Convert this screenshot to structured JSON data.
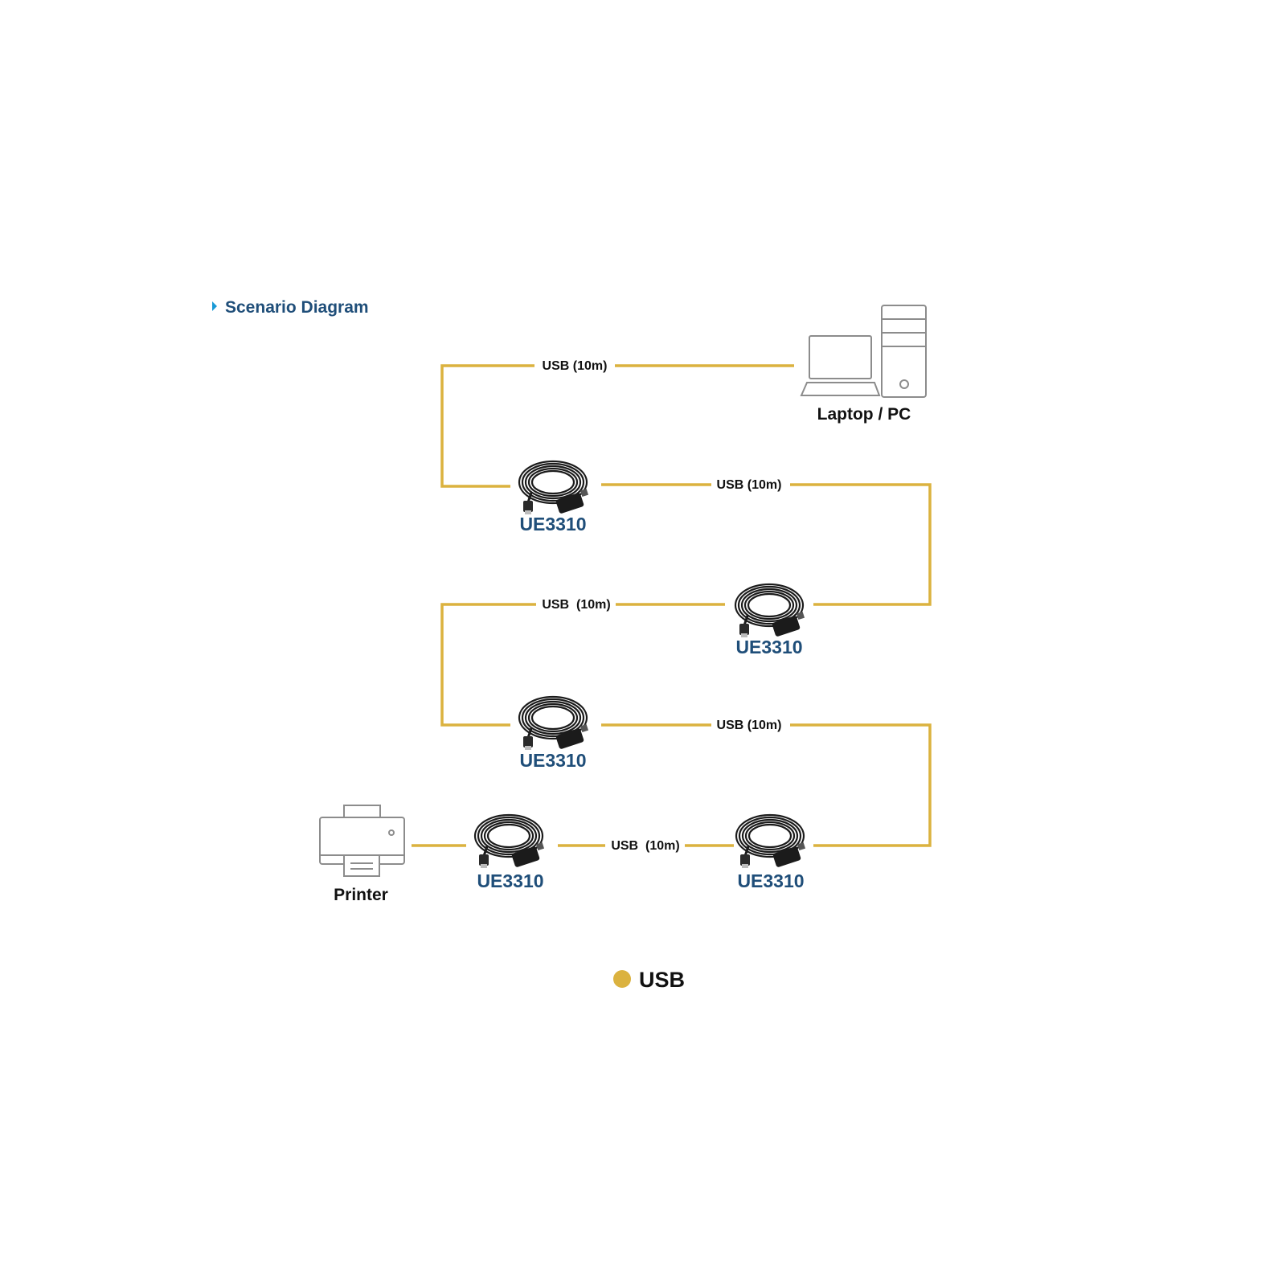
{
  "header": {
    "title": "Scenario Diagram"
  },
  "devices": {
    "pc": {
      "label": "Laptop / PC",
      "icon": "laptop-pc-icon"
    },
    "printer": {
      "label": "Printer",
      "icon": "printer-icon"
    }
  },
  "extenders": [
    {
      "label": "UE3310",
      "icon": "usb-cable-coil-icon"
    },
    {
      "label": "UE3310",
      "icon": "usb-cable-coil-icon"
    },
    {
      "label": "UE3310",
      "icon": "usb-cable-coil-icon"
    },
    {
      "label": "UE3310",
      "icon": "usb-cable-coil-icon"
    },
    {
      "label": "UE3310",
      "icon": "usb-cable-coil-icon"
    }
  ],
  "links": [
    {
      "label": "USB (10m)"
    },
    {
      "label": "USB (10m)"
    },
    {
      "label": "USB  (10m)"
    },
    {
      "label": "USB (10m)"
    },
    {
      "label": "USB  (10m)"
    }
  ],
  "legend": {
    "label": "USB",
    "color": "#dbb23f"
  },
  "colors": {
    "usb_line": "#dbb23f",
    "title": "#1f4e79",
    "title_arrow": "#1a9ad6",
    "product": "#1f4e79"
  }
}
